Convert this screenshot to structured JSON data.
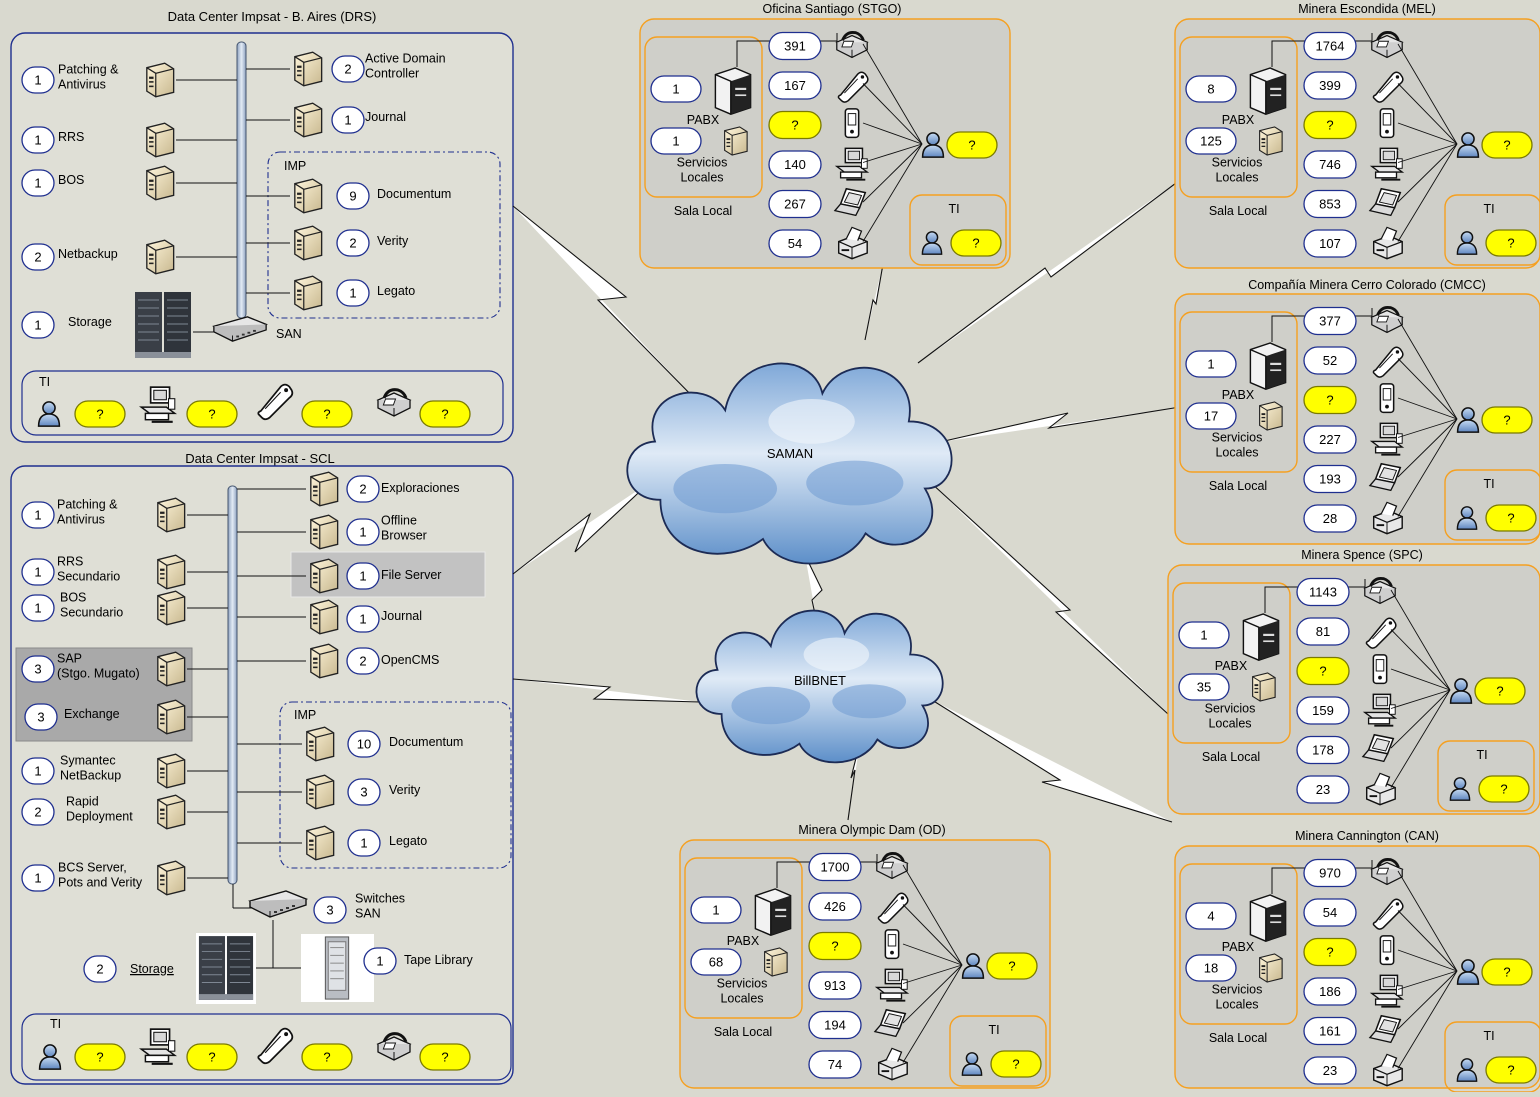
{
  "colors": {
    "background": "#d9d9cf",
    "dc_panel": "#dfdfd6",
    "dc_border": "#1f2f8f",
    "site_panel": "#cfcfc9",
    "site_border": "#f5a020",
    "unknown_fill": "#ffff00",
    "cloud": "#9fc4e8",
    "bus": "#b9c8dc"
  },
  "drs": {
    "title": "Data Center   Impsat  - B. Aires (DRS)",
    "left_servers": [
      {
        "count": "1",
        "label": "Patching &\nAntivirus"
      },
      {
        "count": "1",
        "label": "RRS"
      },
      {
        "count": "1",
        "label": "BOS"
      },
      {
        "count": "2",
        "label": "Netbackup"
      },
      {
        "count": "1",
        "label": "Storage"
      }
    ],
    "right_servers": [
      {
        "count": "2",
        "label": "Active Domain\nController"
      },
      {
        "count": "1",
        "label": "Journal"
      }
    ],
    "imp_label": "IMP",
    "imp_servers": [
      {
        "count": "9",
        "label": "Documentum"
      },
      {
        "count": "2",
        "label": "Verity"
      },
      {
        "count": "1",
        "label": "Legato"
      }
    ],
    "san_label": "SAN",
    "ti_label": "TI",
    "ti_values": [
      "?",
      "?",
      "?",
      "?"
    ]
  },
  "scl": {
    "title": "Data Center   Impsat  - SCL",
    "left_servers": [
      {
        "count": "1",
        "label": "Patching &\nAntivirus"
      },
      {
        "count": "1",
        "label": "RRS\nSecundario"
      },
      {
        "count": "1",
        "label": "BOS\nSecundario"
      },
      {
        "count": "3",
        "label": "SAP\n(Stgo. Mugato)"
      },
      {
        "count": "3",
        "label": "Exchange"
      },
      {
        "count": "1",
        "label": "Symantec\nNetBackup"
      },
      {
        "count": "2",
        "label": "Rapid\nDeployment"
      },
      {
        "count": "1",
        "label": "BCS Server,\nPots and Verity"
      }
    ],
    "right_servers": [
      {
        "count": "2",
        "label": "Exploraciones"
      },
      {
        "count": "1",
        "label": "Offline\nBrowser"
      },
      {
        "count": "1",
        "label": "File Server"
      },
      {
        "count": "1",
        "label": "Journal"
      },
      {
        "count": "2",
        "label": "OpenCMS"
      }
    ],
    "imp_label": "IMP",
    "imp_servers": [
      {
        "count": "10",
        "label": "Documentum"
      },
      {
        "count": "3",
        "label": "Verity"
      },
      {
        "count": "1",
        "label": "Legato"
      }
    ],
    "switches": {
      "count": "3",
      "label": "Switches\nSAN"
    },
    "tape": {
      "count": "1",
      "label": "Tape Library"
    },
    "storage": {
      "count": "2",
      "label": "Storage"
    },
    "ti_label": "TI",
    "ti_values": [
      "?",
      "?",
      "?",
      "?"
    ]
  },
  "clouds": {
    "saman": "SAMAN",
    "billbnet": "BillBNET"
  },
  "sites": [
    {
      "title": "Oficina Santiago (STGO)",
      "pabx": "1",
      "pabx_label": "PABX",
      "servicios": "1",
      "servicios_label": "Servicios\nLocales",
      "sala_label": "Sala Local",
      "devices": [
        "391",
        "167",
        "?",
        "140",
        "267",
        "54"
      ],
      "user_value": "?",
      "ti_label": "TI",
      "ti_value": "?"
    },
    {
      "title": "Minera Escondida (MEL)",
      "pabx": "8",
      "pabx_label": "PABX",
      "servicios": "125",
      "servicios_label": "Servicios\nLocales",
      "sala_label": "Sala Local",
      "devices": [
        "1764",
        "399",
        "?",
        "746",
        "853",
        "107"
      ],
      "user_value": "?",
      "ti_label": "TI",
      "ti_value": "?"
    },
    {
      "title": "Compañía Minera Cerro Colorado (CMCC)",
      "pabx": "1",
      "pabx_label": "PABX",
      "servicios": "17",
      "servicios_label": "Servicios\nLocales",
      "sala_label": "Sala Local",
      "devices": [
        "377",
        "52",
        "?",
        "227",
        "193",
        "28"
      ],
      "user_value": "?",
      "ti_label": "TI",
      "ti_value": "?"
    },
    {
      "title": "Minera Spence (SPC)",
      "pabx": "1",
      "pabx_label": "PABX",
      "servicios": "35",
      "servicios_label": "Servicios\nLocales",
      "sala_label": "Sala Local",
      "devices": [
        "1143",
        "81",
        "?",
        "159",
        "178",
        "23"
      ],
      "user_value": "?",
      "ti_label": "TI",
      "ti_value": "?"
    },
    {
      "title": "Minera Cannington (CAN)",
      "pabx": "4",
      "pabx_label": "PABX",
      "servicios": "18",
      "servicios_label": "Servicios\nLocales",
      "sala_label": "Sala Local",
      "devices": [
        "970",
        "54",
        "?",
        "186",
        "161",
        "23"
      ],
      "user_value": "?",
      "ti_label": "TI",
      "ti_value": "?"
    },
    {
      "title": "Minera Olympic Dam (OD)",
      "pabx": "1",
      "pabx_label": "PABX",
      "servicios": "68",
      "servicios_label": "Servicios\nLocales",
      "sala_label": "Sala Local",
      "devices": [
        "1700",
        "426",
        "?",
        "913",
        "194",
        "74"
      ],
      "user_value": "?",
      "ti_label": "TI",
      "ti_value": "?"
    }
  ]
}
